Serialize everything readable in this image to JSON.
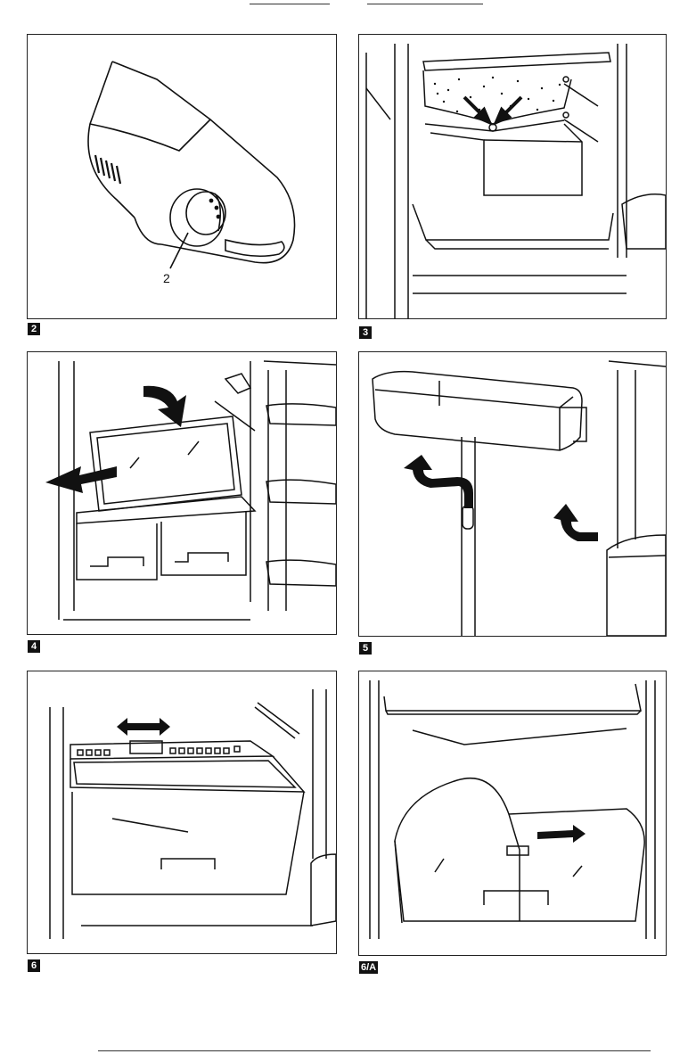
{
  "figures": [
    {
      "label": "2",
      "callout": "2"
    },
    {
      "label": "3"
    },
    {
      "label": "4"
    },
    {
      "label": "5"
    },
    {
      "label": "6"
    },
    {
      "label": "6/A"
    }
  ],
  "colors": {
    "ink": "#111111",
    "paper": "#ffffff",
    "arrow": "#111111"
  }
}
